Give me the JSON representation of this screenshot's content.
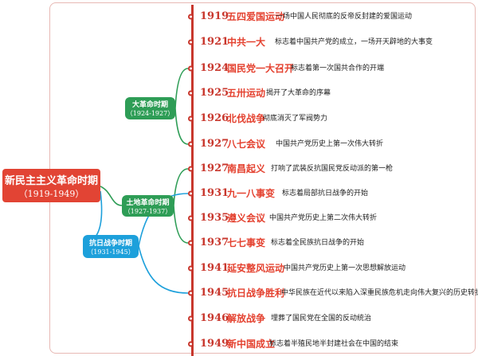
{
  "main": {
    "title": "新民主主义革命时期",
    "range": "（1919-1949）"
  },
  "periods": [
    {
      "title": "大革命时期",
      "range": "（1924-1927）"
    },
    {
      "title": "土地革命时期",
      "range": "（1927-1937）"
    },
    {
      "title": "抗日战争时期",
      "range": "（1931-1945）"
    }
  ],
  "events": [
    {
      "year": "1919",
      "name": "五四爱国运动",
      "desc": "一场中国人民彻底的反帝反封建的爱国运动"
    },
    {
      "year": "1921",
      "name": "中共一大",
      "desc": "标志着中国共产党的成立，一场开天辟地的大事变"
    },
    {
      "year": "1924",
      "name": "国民党一大召开",
      "desc": "标志着第一次国共合作的开端"
    },
    {
      "year": "1925",
      "name": "五卅运动",
      "desc": "揭开了大革命的序幕"
    },
    {
      "year": "1926",
      "name": "北伐战争",
      "desc": "彻底消灭了军阀势力"
    },
    {
      "year": "1927",
      "name": "八七会议",
      "desc": "中国共产党历史上第一次伟大转折"
    },
    {
      "year": "1927",
      "name": "南昌起义",
      "desc": "打响了武装反抗国民党反动派的第一枪"
    },
    {
      "year": "1931",
      "name": "九一八事变",
      "desc": "标志着局部抗日战争的开始"
    },
    {
      "year": "1935",
      "name": "遵义会议",
      "desc": "中国共产党历史上第二次伟大转折"
    },
    {
      "year": "1937",
      "name": "七七事变",
      "desc": "标志着全民族抗日战争的开始"
    },
    {
      "year": "1941",
      "name": "延安整风运动",
      "desc": "中国共产党历史上第一次思想解放运动"
    },
    {
      "year": "1945",
      "name": "抗日战争胜利",
      "desc": "中华民族在近代以来陷入深重民族危机走向伟大复兴的历史转折点"
    },
    {
      "year": "1946",
      "name": "解放战争",
      "desc": "埋葬了国民党在全国的反动统治"
    },
    {
      "year": "1949",
      "name": "新中国成立",
      "desc": "标志着半殖民地半封建社会在中国的结束"
    }
  ],
  "colors": {
    "accent": "#c8372d",
    "event_text": "#e4412f",
    "main_box": "#e24434",
    "period_green": "#2e9d56",
    "period_blue": "#1da0db"
  }
}
